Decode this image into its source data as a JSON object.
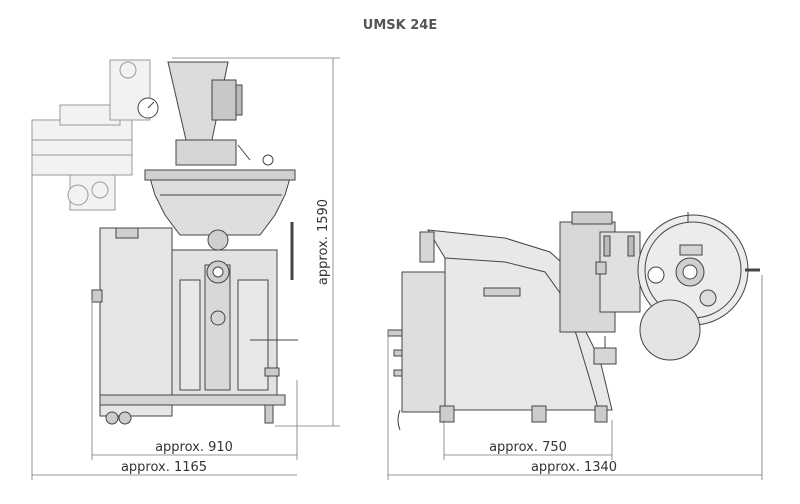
{
  "title": "UMSK 24E",
  "dimensions": {
    "height": "approx. 1590",
    "front_inner_width": "approx. 910",
    "front_outer_width": "approx. 1165",
    "side_inner_width": "approx. 750",
    "side_outer_width": "approx. 1340"
  },
  "colors": {
    "machine_fill": "#e6e6e6",
    "machine_dark": "#c8c8c8",
    "line": "#444444",
    "dim_line": "#777777"
  }
}
